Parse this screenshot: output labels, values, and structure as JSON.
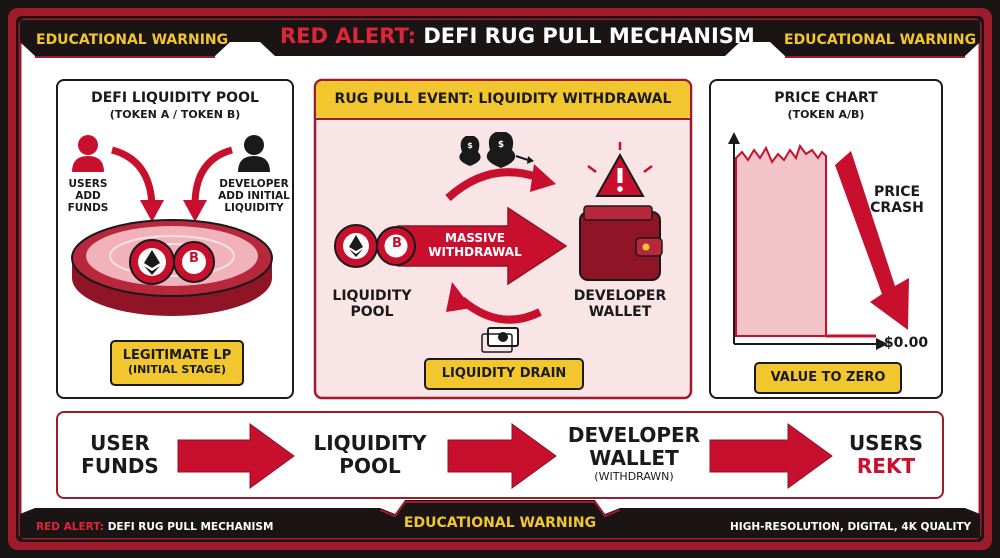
{
  "header": {
    "title_alert": "RED ALERT:",
    "title_main": "DEFI RUG PULL MECHANISM",
    "warning_left": "EDUCATIONAL WARNING",
    "warning_right": "EDUCATIONAL WARNING"
  },
  "pool_panel": {
    "title": "DEFI LIQUIDITY POOL",
    "subtitle": "(TOKEN A / TOKEN B)",
    "users_label": [
      "USERS",
      "ADD",
      "FUNDS"
    ],
    "developer_label": [
      "DEVELOPER",
      "ADD INITIAL",
      "LIQUIDITY"
    ],
    "token_b": "B",
    "badge_line1": "LEGITIMATE LP",
    "badge_line2": "(INITIAL STAGE)"
  },
  "rug_panel": {
    "title": "RUG PULL EVENT: LIQUIDITY WITHDRAWAL",
    "arrow_label": [
      "MASSIVE",
      "WITHDRAWAL"
    ],
    "pool_label": [
      "LIQUIDITY",
      "POOL"
    ],
    "wallet_label": [
      "DEVELOPER",
      "WALLET"
    ],
    "token_b": "B",
    "dollar": "$",
    "badge": "LIQUIDITY DRAIN"
  },
  "chart_panel": {
    "title": "PRICE CHART",
    "subtitle": "(TOKEN A/B)",
    "crash_label": [
      "PRICE",
      "CRASH"
    ],
    "zero_label": "$0.00",
    "badge": "VALUE TO ZERO"
  },
  "flow": {
    "step1": [
      "USER",
      "FUNDS"
    ],
    "step2": [
      "LIQUIDITY",
      "POOL"
    ],
    "step3": [
      "DEVELOPER",
      "WALLET"
    ],
    "step3_sub": "(WITHDRAWN)",
    "step4_line1": "USERS",
    "step4_line2": "REKT"
  },
  "footer": {
    "left_alert": "RED ALERT:",
    "left_main": "DEFI RUG PULL MECHANISM",
    "center": "EDUCATIONAL WARNING",
    "right": "HIGH-RESOLUTION, DIGITAL, 4K QUALITY"
  },
  "colors": {
    "frame_red": "#9e1b2b",
    "arrow_red": "#c8102e",
    "badge_yellow": "#f2c62e",
    "panel_pink": "#f9e4e6",
    "dark": "#1a1414"
  }
}
